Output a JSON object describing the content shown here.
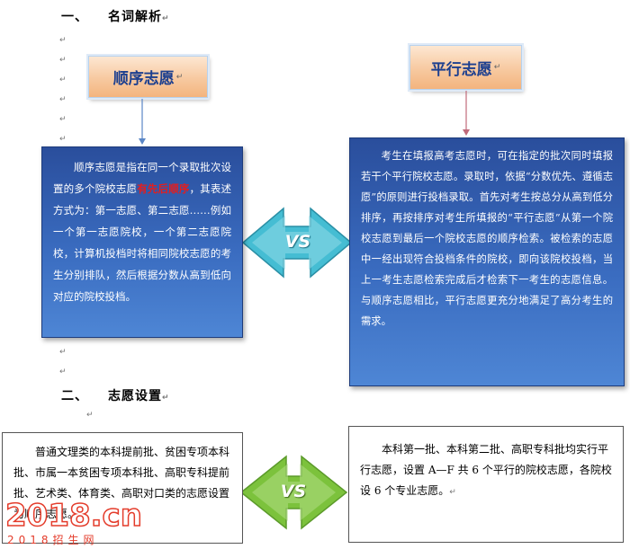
{
  "section1": {
    "number": "一、",
    "title": "名词解析"
  },
  "section2": {
    "number": "二、",
    "title": "志愿设置"
  },
  "para_mark": "↵",
  "left_label": "顺序志愿",
  "right_label": "平行志愿",
  "vs_text": "VS",
  "left_desc": {
    "before": "顺序志愿是指在同一个录取批次设置的多个院校志愿",
    "highlight": "有先后顺序",
    "after": "，其表述方式为：第一志愿、第二志愿……例如一个第一志愿院校，一个第二志愿院校，计算机投档时将相同院校志愿的考生分别排队，然后根据分数从高到低向对应的院校投档。"
  },
  "right_desc": "考生在填报高考志愿时，可在指定的批次同时填报若干个平行院校志愿。录取时，依据“分数优先、遵循志愿”的原则进行投档录取。首先对考生按总分从高到低分排序，再按排序对考生所填报的“平行志愿”从第一个院校志愿到最后一个院校志愿的顺序检索。被检索的志愿中一经出现符合投档条件的院校，即向该院校投档，当上一考生志愿检索完成后才检索下一考生的志愿信息。与顺序志愿相比，平行志愿更充分地满足了高分考生的需求。",
  "left_setting": "普通文理类的本科提前批、贫困专项本科批、市属一本贫困专项本科批、高职专科提前批、艺术类、体育类、高职对口类的志愿设置为顺序志愿。",
  "right_setting": "本科第一批、本科第二批、高职专科批均实行平行志愿，设置 A—F 共 6 个平行的院校志愿，各院校设 6 个专业志愿。",
  "watermark": {
    "big": "2018.cn",
    "small": "2018招生网"
  },
  "colors": {
    "blue_box": "#3a6cc0",
    "title_orange": "#f7c9a0",
    "arrow_cyan": "#3bb7cf",
    "arrow_green": "#7cc23c",
    "highlight_red": "#e51d1d"
  }
}
